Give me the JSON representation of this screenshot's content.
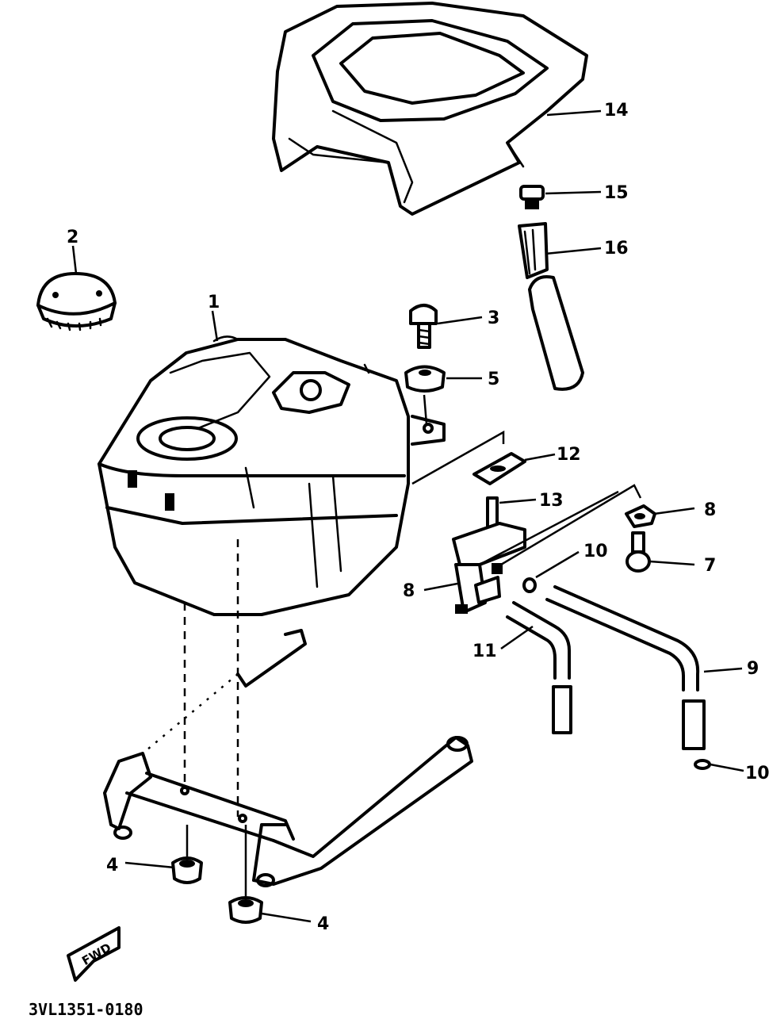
{
  "diagram": {
    "code": "3VL1351-0180",
    "front_marker": "FWD",
    "callouts": [
      {
        "id": "c1",
        "label": "1"
      },
      {
        "id": "c2",
        "label": "2"
      },
      {
        "id": "c3",
        "label": "3"
      },
      {
        "id": "c4a",
        "label": "4"
      },
      {
        "id": "c4b",
        "label": "4"
      },
      {
        "id": "c5",
        "label": "5"
      },
      {
        "id": "c7",
        "label": "7"
      },
      {
        "id": "c8a",
        "label": "8"
      },
      {
        "id": "c8b",
        "label": "8"
      },
      {
        "id": "c9",
        "label": "9"
      },
      {
        "id": "c10a",
        "label": "10"
      },
      {
        "id": "c10b",
        "label": "10"
      },
      {
        "id": "c11",
        "label": "11"
      },
      {
        "id": "c12",
        "label": "12"
      },
      {
        "id": "c13",
        "label": "13"
      },
      {
        "id": "c14",
        "label": "14"
      },
      {
        "id": "c15",
        "label": "15"
      },
      {
        "id": "c16",
        "label": "16"
      }
    ]
  }
}
